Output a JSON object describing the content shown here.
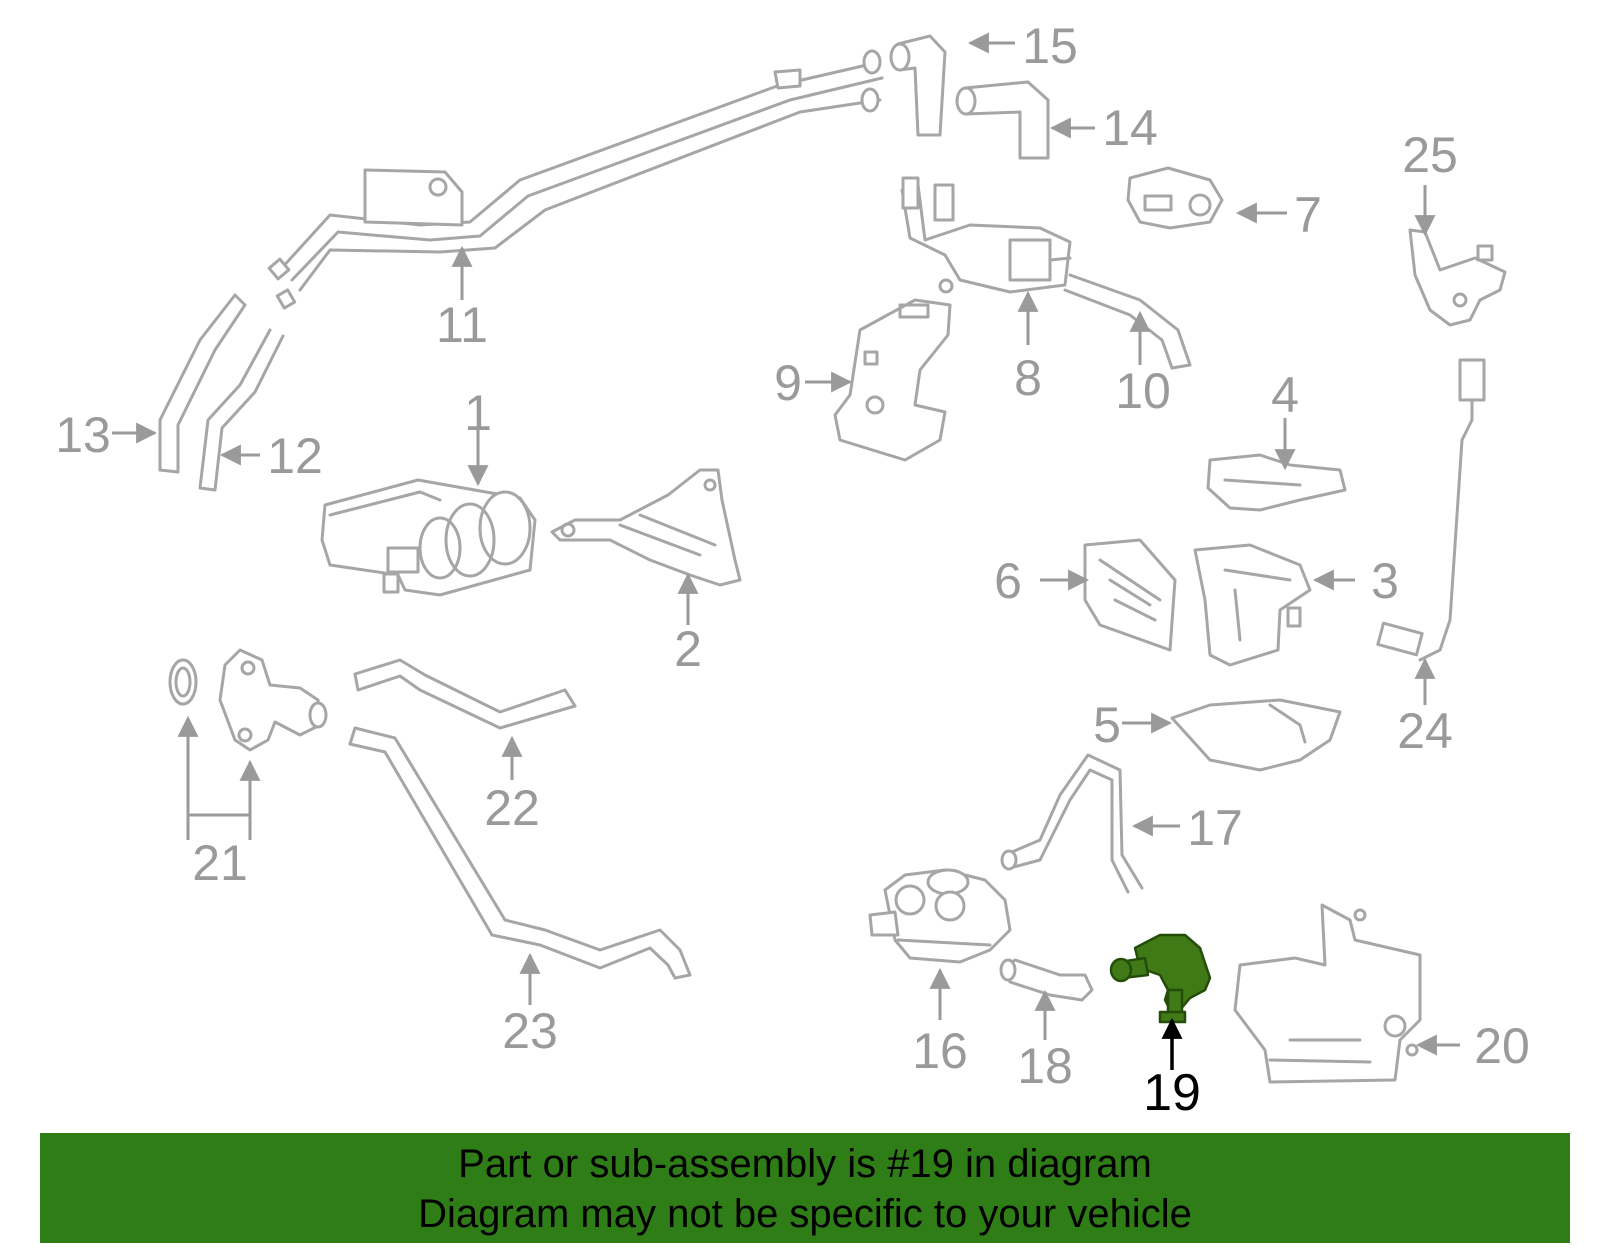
{
  "diagram": {
    "highlighted_part": "19",
    "callouts": {
      "c1": "1",
      "c2": "2",
      "c3": "3",
      "c4": "4",
      "c5": "5",
      "c6": "6",
      "c7": "7",
      "c8": "8",
      "c9": "9",
      "c10": "10",
      "c11": "11",
      "c12": "12",
      "c13": "13",
      "c14": "14",
      "c15": "15",
      "c16": "16",
      "c17": "17",
      "c18": "18",
      "c19": "19",
      "c20": "20",
      "c21": "21",
      "c22": "22",
      "c23": "23",
      "c24": "24",
      "c25": "25"
    },
    "colors": {
      "part_outline": "#a6a6a6",
      "highlight_part": "#3f7a16",
      "banner_background": "#2e7d17"
    }
  },
  "banner": {
    "line1": "Part or sub-assembly is #19 in diagram",
    "line2": "Diagram may not be specific to your vehicle"
  }
}
